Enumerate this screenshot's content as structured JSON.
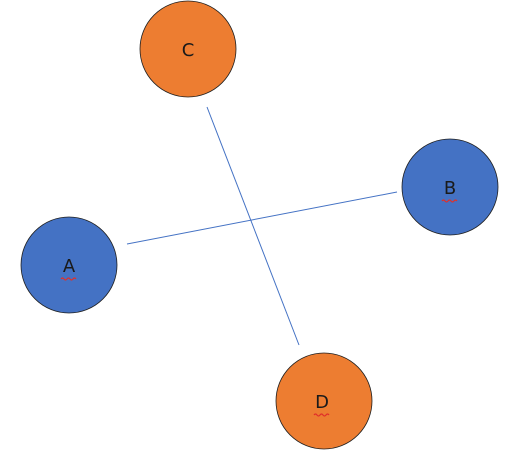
{
  "nodes": [
    {
      "id": "A",
      "label": "A",
      "color": "#4472c4",
      "spellcheck": true
    },
    {
      "id": "B",
      "label": "B",
      "color": "#4472c4",
      "spellcheck": true
    },
    {
      "id": "C",
      "label": "C",
      "color": "#ed7d31",
      "spellcheck": false
    },
    {
      "id": "D",
      "label": "D",
      "color": "#ed7d31",
      "spellcheck": true
    }
  ],
  "edges": [
    {
      "from": "A",
      "to": "B"
    },
    {
      "from": "C",
      "to": "D"
    }
  ],
  "colors": {
    "edge": "#4472c4",
    "node_border": "#1f1f1f",
    "spellcheck_underline": "#e0302a"
  }
}
